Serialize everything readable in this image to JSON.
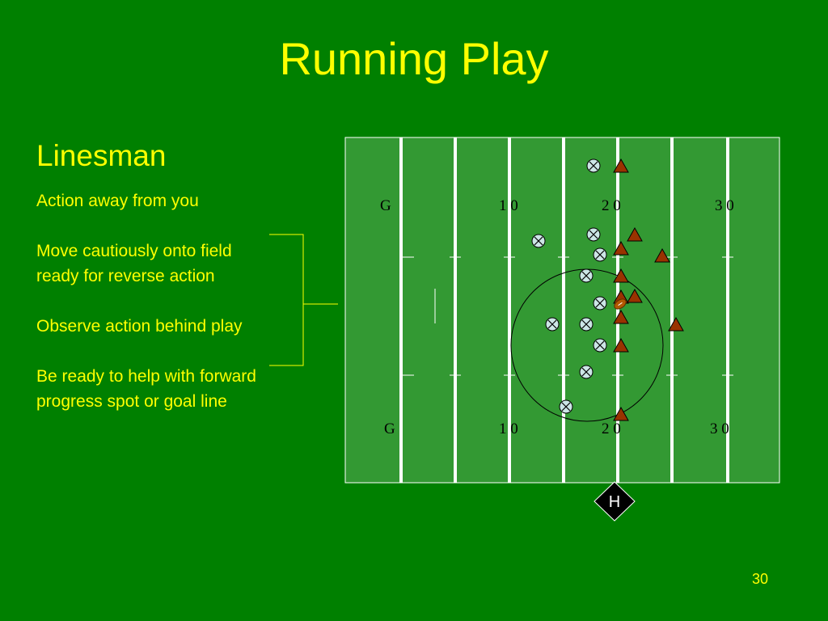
{
  "slide": {
    "title": "Running Play",
    "heading": "Linesman",
    "notes": [
      "Action away from you",
      "Move cautiously onto field ready for reverse action",
      "Observe action behind play",
      "Be ready to help with forward progress spot or goal line"
    ],
    "page_number": "30"
  },
  "field": {
    "top_yard_labels": [
      "G",
      "1 0",
      "2 0",
      "3 0"
    ],
    "bottom_yard_labels": [
      "G",
      "1 0",
      "2 0",
      "3 0"
    ],
    "umpire_marker": "H",
    "colors": {
      "background": "#008000",
      "field": "#339933",
      "lines": "#ffffff",
      "text": "#ffff00",
      "offense_marker": "#993300",
      "defense_marker": "#cce6e6"
    }
  }
}
